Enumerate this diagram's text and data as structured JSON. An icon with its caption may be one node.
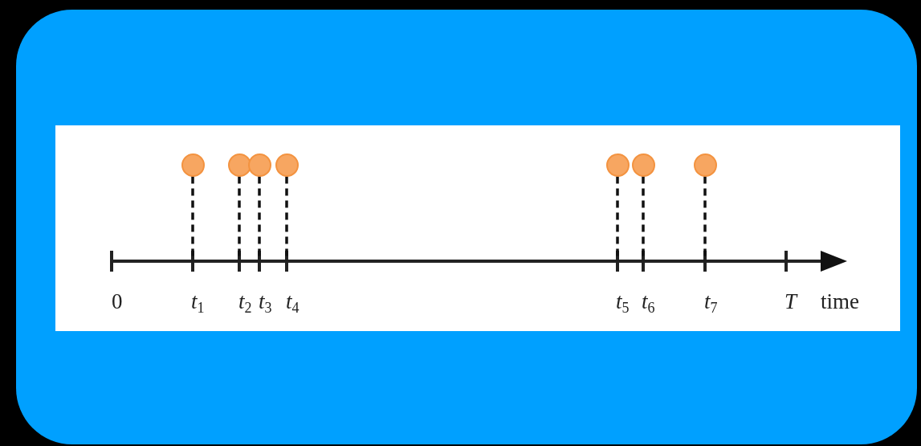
{
  "diagram": {
    "nodes": [
      {
        "text": [],
        "shape": "circle"
      },
      {
        "text": [],
        "shape": "circle"
      },
      {
        "text": [],
        "shape": "circle"
      },
      {
        "text": [],
        "shape": "circle"
      },
      {
        "text": [],
        "shape": "circle"
      },
      {
        "text": [],
        "shape": "circle"
      },
      {
        "text": [],
        "shape": "circle"
      }
    ],
    "edges": [
      {
        "from": 0,
        "to": null,
        "arrow": "none",
        "style": "dashed"
      },
      {
        "from": 1,
        "to": null,
        "arrow": "none",
        "style": "dashed"
      },
      {
        "from": 2,
        "to": null,
        "arrow": "none",
        "style": "dashed"
      },
      {
        "from": 3,
        "to": null,
        "arrow": "none",
        "style": "dashed"
      },
      {
        "from": 4,
        "to": null,
        "arrow": "none",
        "style": "dashed"
      },
      {
        "from": 5,
        "to": null,
        "arrow": "none",
        "style": "dashed"
      },
      {
        "from": 6,
        "to": null,
        "arrow": "none",
        "style": "dashed"
      }
    ],
    "labels": [
      "0",
      "*t*$_{1}$",
      "*t*$_{2}$",
      "*t*$_{3}$",
      "*t*$_{4}$",
      "*t*$_{5}$",
      "*t*$_{6}$",
      "*t*$_{7}$",
      "T",
      "time"
    ]
  }
}
